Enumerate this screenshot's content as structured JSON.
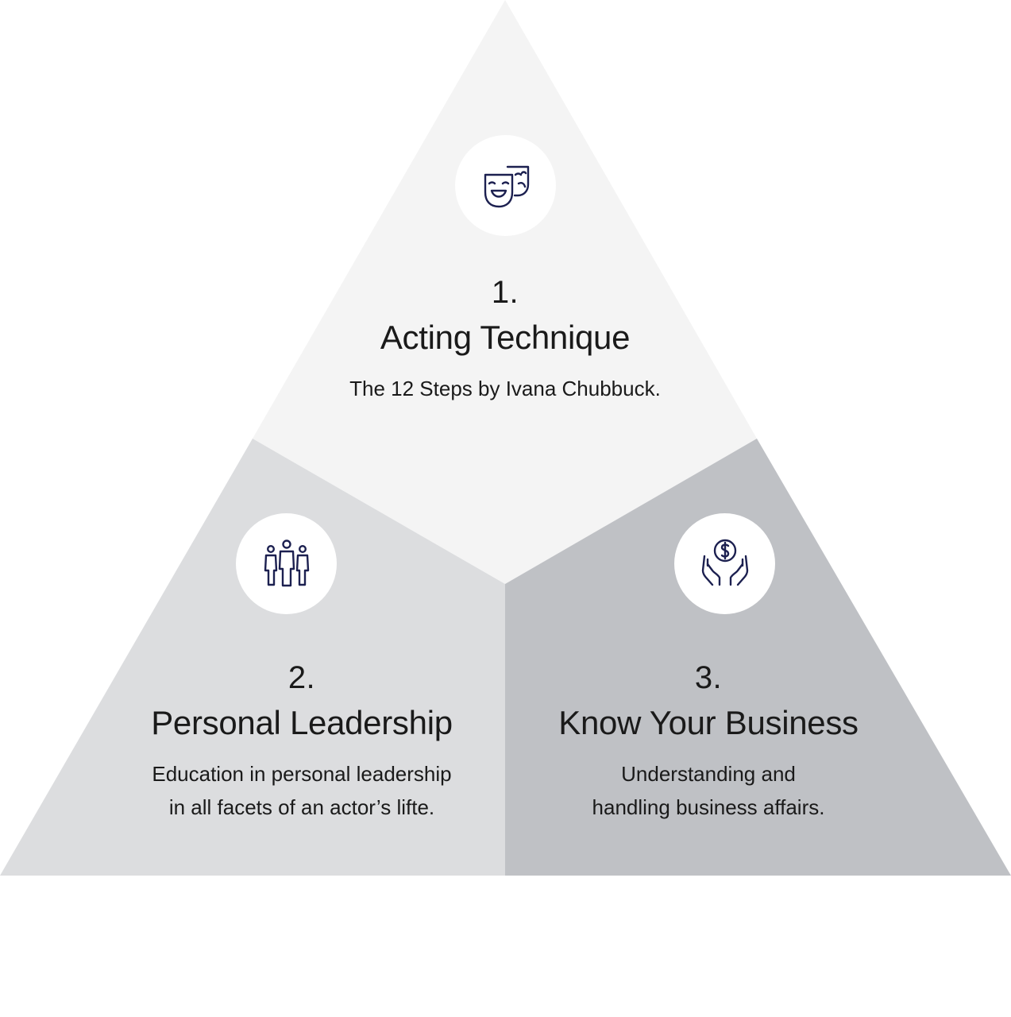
{
  "colors": {
    "top_section": "#f4f4f4",
    "left_section": "#dcdddf",
    "right_section": "#bfc1c5",
    "icon_circle": "#ffffff",
    "icon_stroke": "#1c2050",
    "text": "#1a1a1a"
  },
  "sections": [
    {
      "number": "1.",
      "title": "Acting Technique",
      "description_lines": [
        "The 12 Steps by Ivana Chubbuck."
      ],
      "icon": "theater-masks-icon"
    },
    {
      "number": "2.",
      "title": "Personal Leadership",
      "description_lines": [
        "Education in personal leadership",
        "in all facets of an actor’s lifte."
      ],
      "icon": "people-group-icon"
    },
    {
      "number": "3.",
      "title": "Know Your Business",
      "description_lines": [
        "Understanding and",
        "handling business affairs."
      ],
      "icon": "money-hands-icon"
    }
  ]
}
